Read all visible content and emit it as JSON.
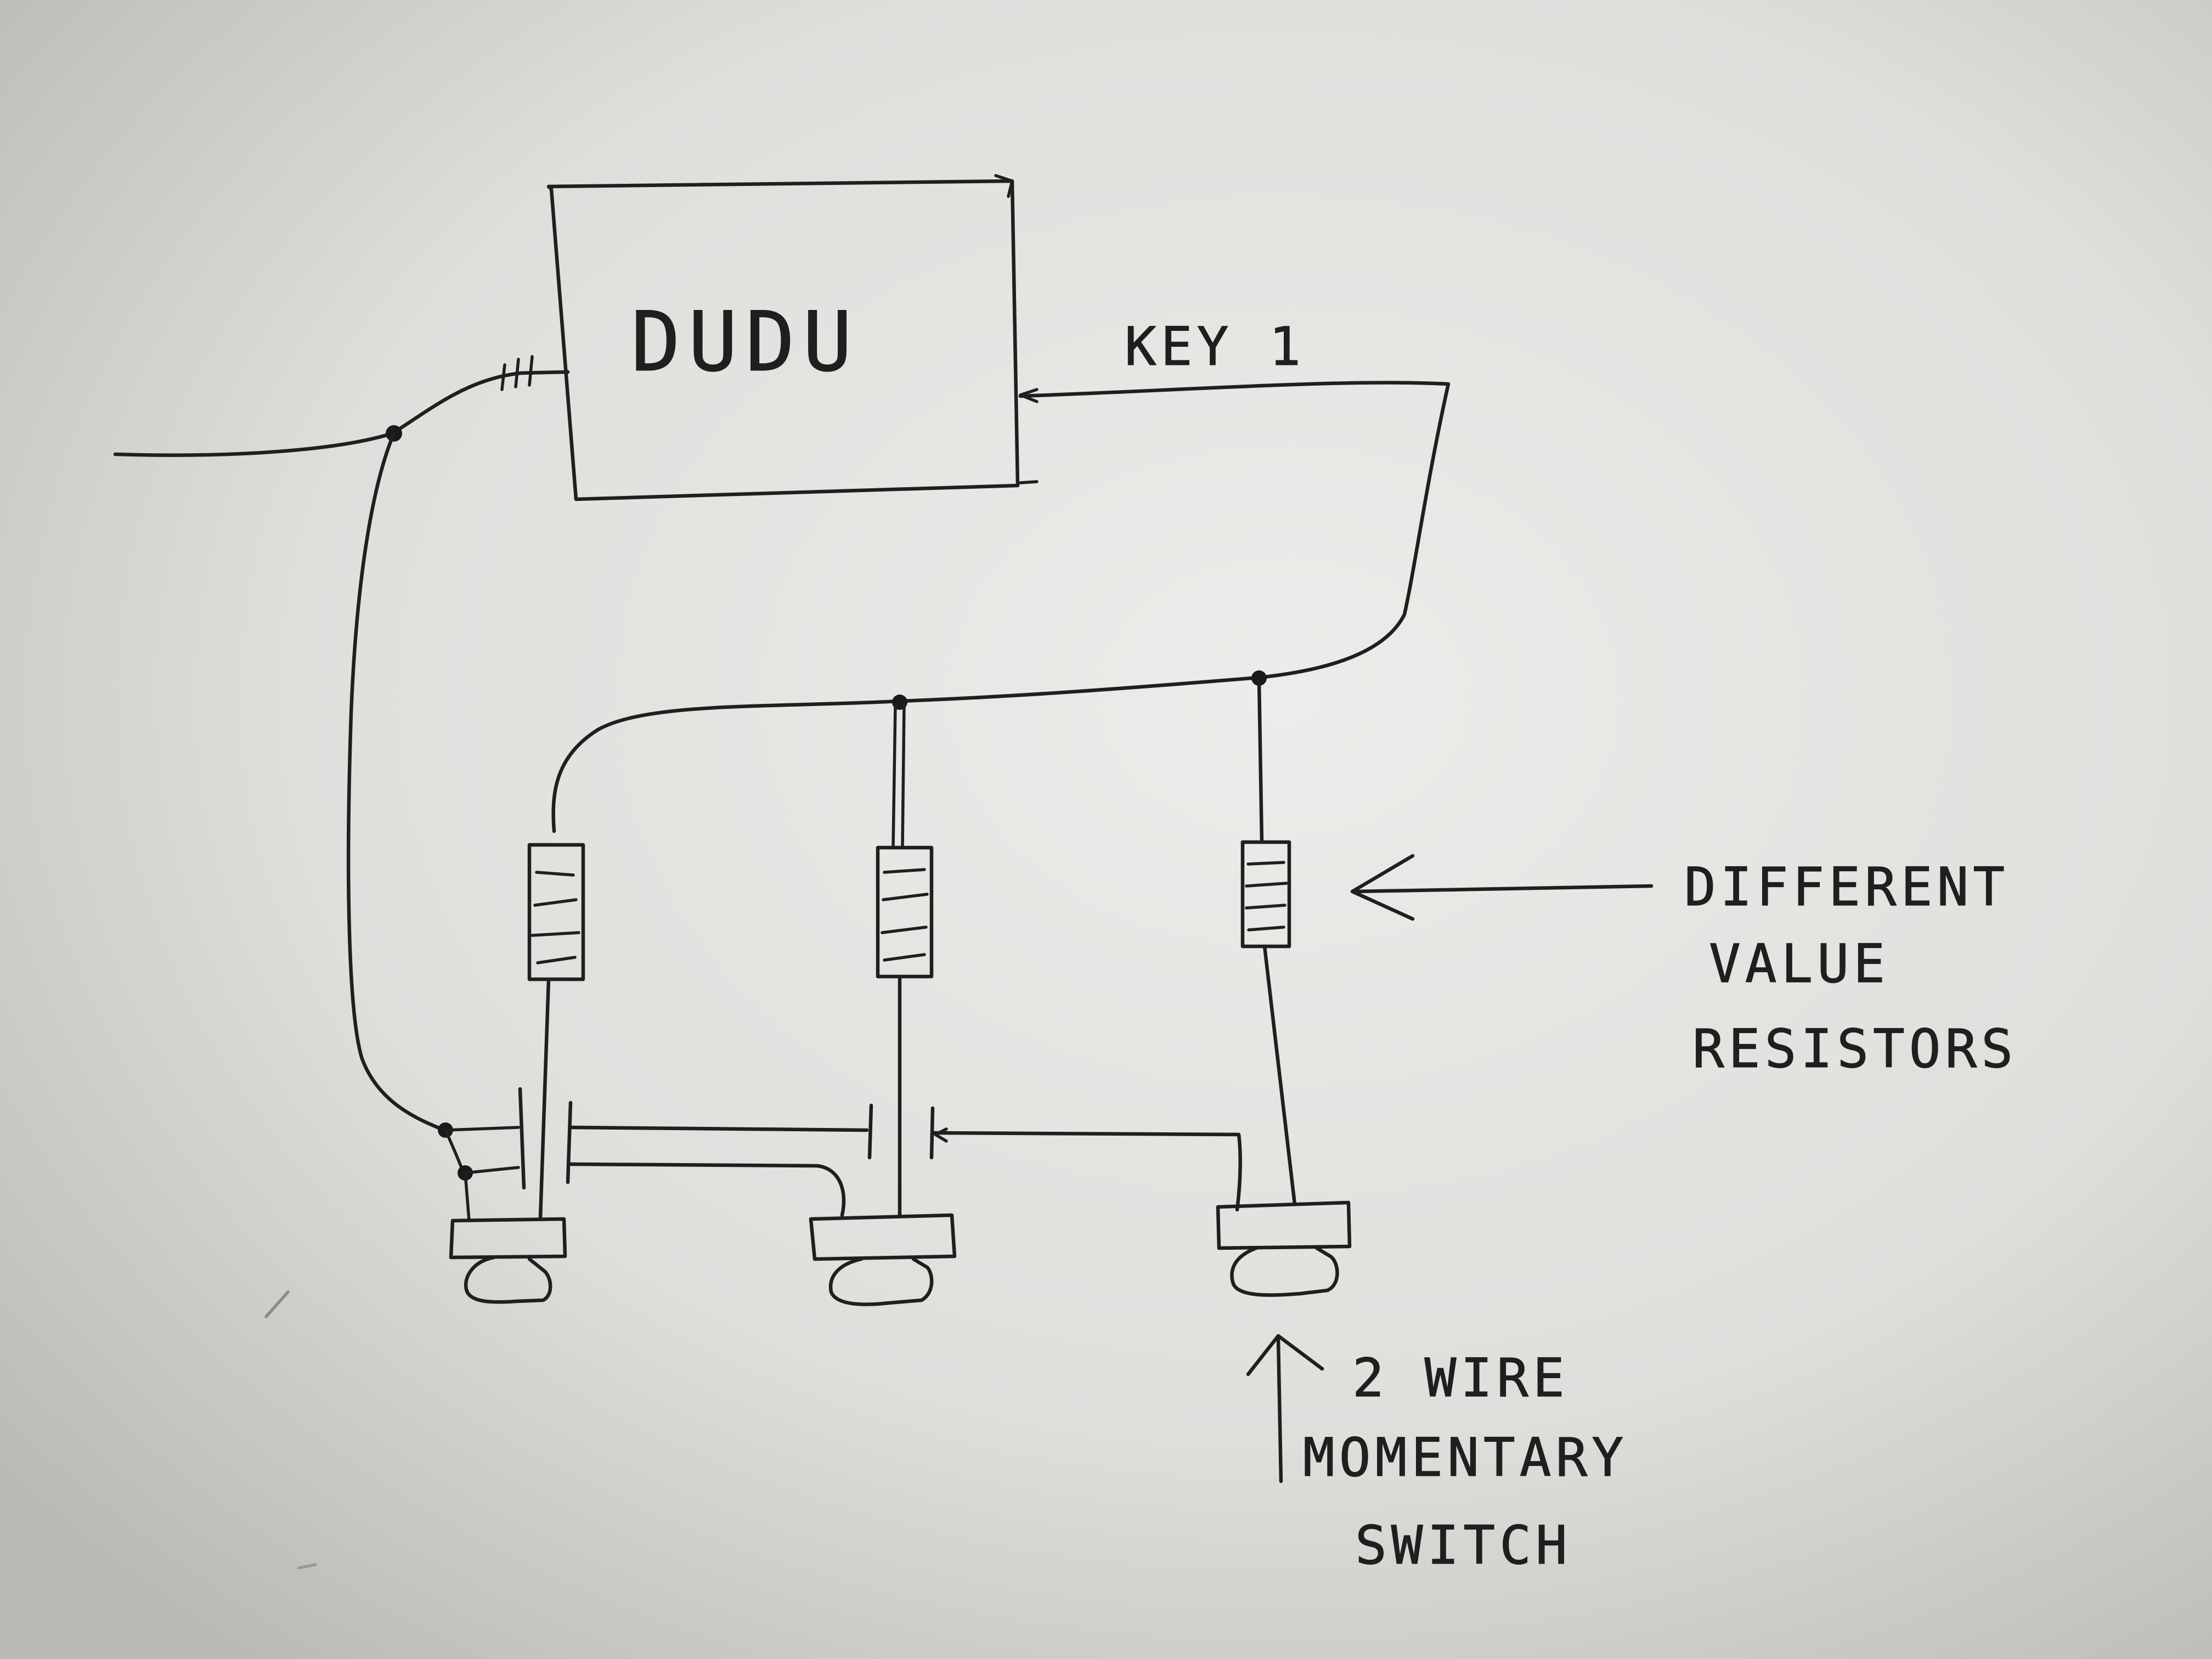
{
  "diagram": {
    "controller_label": "DUDU",
    "wire_label": "KEY 1",
    "resistor_note": [
      "DIFFERENT",
      "VALUE",
      "RESISTORS"
    ],
    "switch_note": [
      "2 WIRE",
      "MOMENTARY",
      "SWITCH"
    ],
    "colors": {
      "paper": "#cfd0cc",
      "ink": "#1f1f1f"
    }
  }
}
